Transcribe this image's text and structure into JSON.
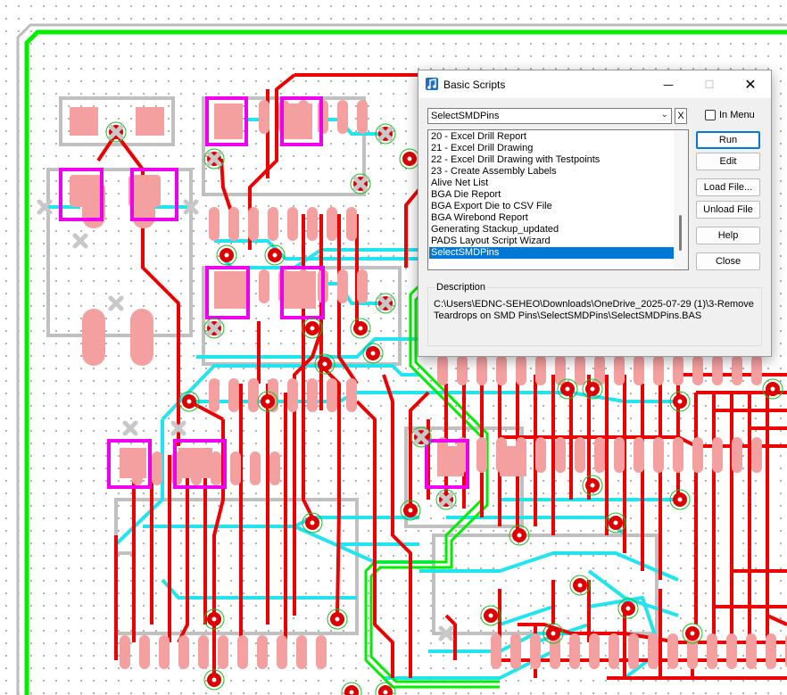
{
  "dialog": {
    "title": "Basic Scripts",
    "title_icon": "music-note-icon",
    "window_controls": {
      "minimize": "—",
      "maximize": "☐",
      "close": "✕"
    },
    "combo": {
      "value": "SelectSMDPins",
      "clear_label": "X"
    },
    "in_menu": {
      "label": "In Menu",
      "checked": false
    },
    "scripts": [
      "20 - Excel Drill Report",
      "21 - Excel Drill Drawing",
      "22 - Excel Drill Drawing with Testpoints",
      "23 - Create Assembly Labels",
      "Alive Net List",
      "BGA Die Report",
      "BGA Export Die to CSV File",
      "BGA Wirebond Report",
      "Generating Stackup_updated",
      "PADS Layout Script Wizard",
      "SelectSMDPins"
    ],
    "selected_script": "SelectSMDPins",
    "buttons": {
      "run": "Run",
      "edit": "Edit",
      "load_file": "Load File...",
      "unload_file": "Unload File",
      "help": "Help",
      "close": "Close"
    },
    "description": {
      "label": "Description",
      "text": "C:\\Users\\EDNC-SEHEO\\Downloads\\OneDrive_2025-07-29 (1)\\3-Remove Teardrops on SMD Pins\\SelectSMDPins\\SelectSMDPins.BAS"
    }
  },
  "board": {
    "colors": {
      "background": "#ffffff",
      "grid_dot": "#7a7a7a",
      "board_outline": "#00ee00",
      "top_trace": "#ee0000",
      "bottom_trace": "#22e4ee",
      "pad": "#f4a0a0",
      "via": "#dd0000",
      "via_ring": "#22bb22",
      "silkscreen": "#bdbdbd",
      "component_outline": "#ee00ee",
      "drc_marker": "#c8c8c8"
    }
  }
}
